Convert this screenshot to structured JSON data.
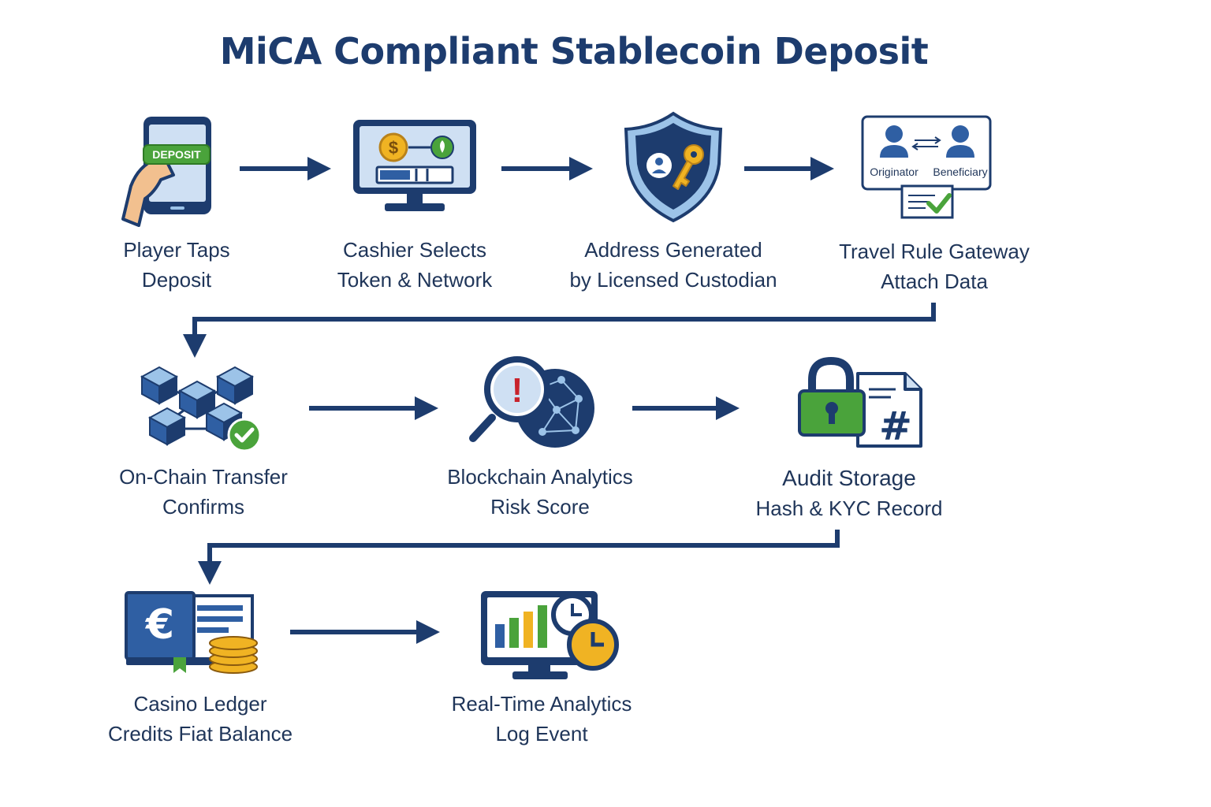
{
  "title": "MiCA Compliant Stablecoin Deposit",
  "colors": {
    "navy": "#1d3c6e",
    "blue": "#2f5fa3",
    "lightblue": "#9cc3e8",
    "green": "#4aa33b",
    "gold": "#f0b323",
    "red": "#c8232c"
  },
  "steps": [
    {
      "id": "player-taps-deposit",
      "icon": "phone-deposit-icon",
      "lines": [
        "Player Taps",
        "Deposit"
      ],
      "badge": "DEPOSIT"
    },
    {
      "id": "cashier-selects",
      "icon": "cashier-monitor-icon",
      "lines": [
        "Cashier Selects",
        "Token & Network"
      ],
      "coin_symbol": "$"
    },
    {
      "id": "address-generated",
      "icon": "shield-key-icon",
      "lines": [
        "Address Generated",
        "by Licensed Custodian"
      ]
    },
    {
      "id": "travel-rule",
      "icon": "originator-beneficiary-icon",
      "lines": [
        "Travel Rule Gateway",
        "Attach Data"
      ],
      "originator": "Originator",
      "beneficiary": "Beneficiary"
    },
    {
      "id": "on-chain-transfer",
      "icon": "blockchain-cubes-icon",
      "lines": [
        "On-Chain Transfer",
        "Confirms"
      ]
    },
    {
      "id": "blockchain-analytics",
      "icon": "magnifier-network-icon",
      "lines": [
        "Blockchain Analytics",
        "Risk Score"
      ],
      "alert_symbol": "!"
    },
    {
      "id": "audit-storage",
      "icon": "lock-document-icon",
      "lines": [
        "Audit Storage",
        "Hash & KYC Record"
      ],
      "hash_symbol": "#"
    },
    {
      "id": "casino-ledger",
      "icon": "euro-ledger-coins-icon",
      "lines": [
        "Casino Ledger",
        "Credits Fiat Balance"
      ],
      "currency_symbol": "€"
    },
    {
      "id": "real-time-analytics",
      "icon": "chart-clock-icon",
      "lines": [
        "Real-Time Analytics",
        "Log Event"
      ]
    }
  ]
}
